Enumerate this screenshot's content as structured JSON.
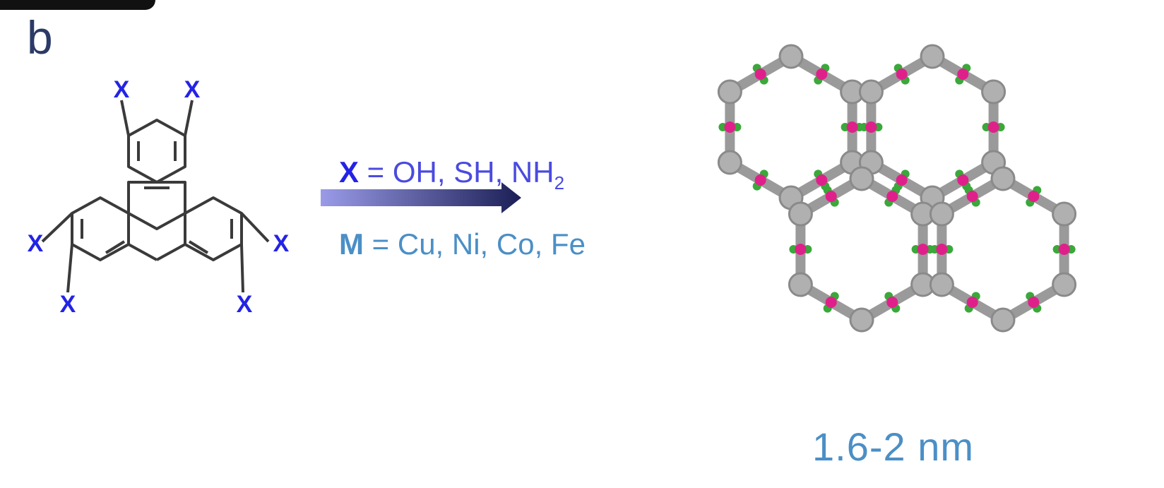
{
  "panel_label": "b",
  "substituent_label": "X",
  "reaction": {
    "x_line_symbol": "X",
    "x_line_rest": " = OH, SH, NH",
    "x_line_subscript": "2",
    "m_line_symbol": "M",
    "m_line_rest": " = Cu, Ni, Co, Fe"
  },
  "dimension": "1.6-2 nm",
  "colors": {
    "x_label": "#2323e6",
    "reaction_text": "#4a4ae0",
    "metal_text": "#4b8fc6",
    "arrow_start": "#9a9be8",
    "arrow_end": "#1b1f55",
    "bond": "#3a3a3a",
    "framework_gray": "#9a9a9a",
    "ligand_green": "#3aa83a",
    "metal_pink": "#e0208a"
  }
}
